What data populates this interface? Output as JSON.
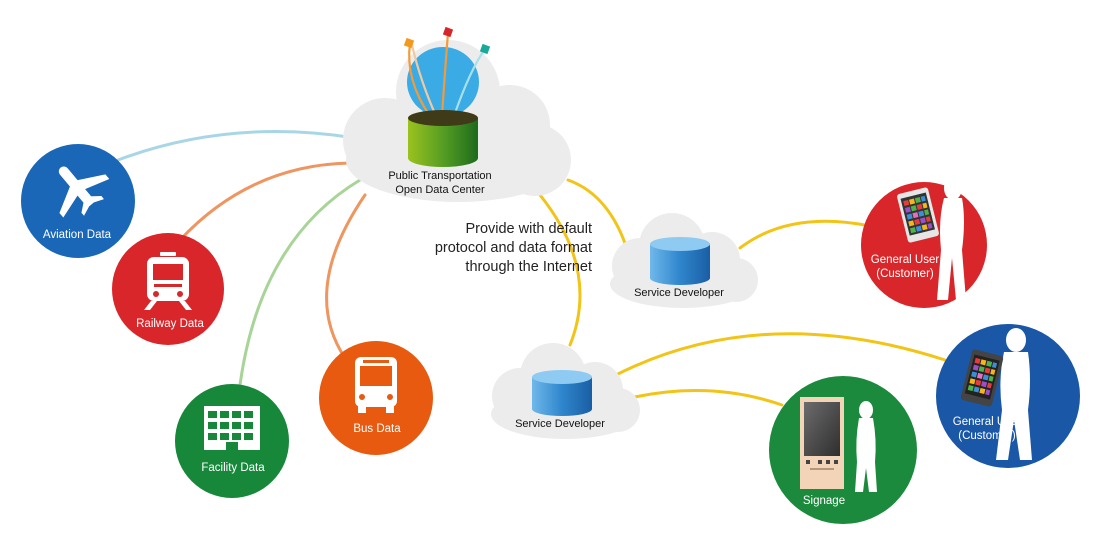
{
  "center": {
    "title_line1": "Public Transportation",
    "title_line2": "Open Data Center"
  },
  "caption": {
    "line1": "Provide with default",
    "line2": "protocol and data format",
    "line3": "through the Internet"
  },
  "sources": {
    "aviation": "Aviation Data",
    "railway": "Railway Data",
    "facility": "Facility Data",
    "bus": "Bus Data"
  },
  "developers": {
    "upper": "Service Developer",
    "lower": "Service Developer"
  },
  "users": {
    "upper_line1": "General User",
    "upper_line2": "(Customer)",
    "lower_line1": "General User",
    "lower_line2": "(Customer)",
    "signage": "Signage"
  },
  "colors": {
    "aviation": "#1a67b8",
    "railway": "#d9262a",
    "facility": "#17873a",
    "bus": "#e75a10",
    "user_red": "#d8262a",
    "user_blue": "#1a57a6",
    "signage": "#1c8a3c",
    "link_yellow": "#f2c417",
    "link_orange": "#ee9560",
    "link_green": "#a8d497",
    "link_lightblue": "#a9d6e6",
    "cloud": "#ececec"
  }
}
